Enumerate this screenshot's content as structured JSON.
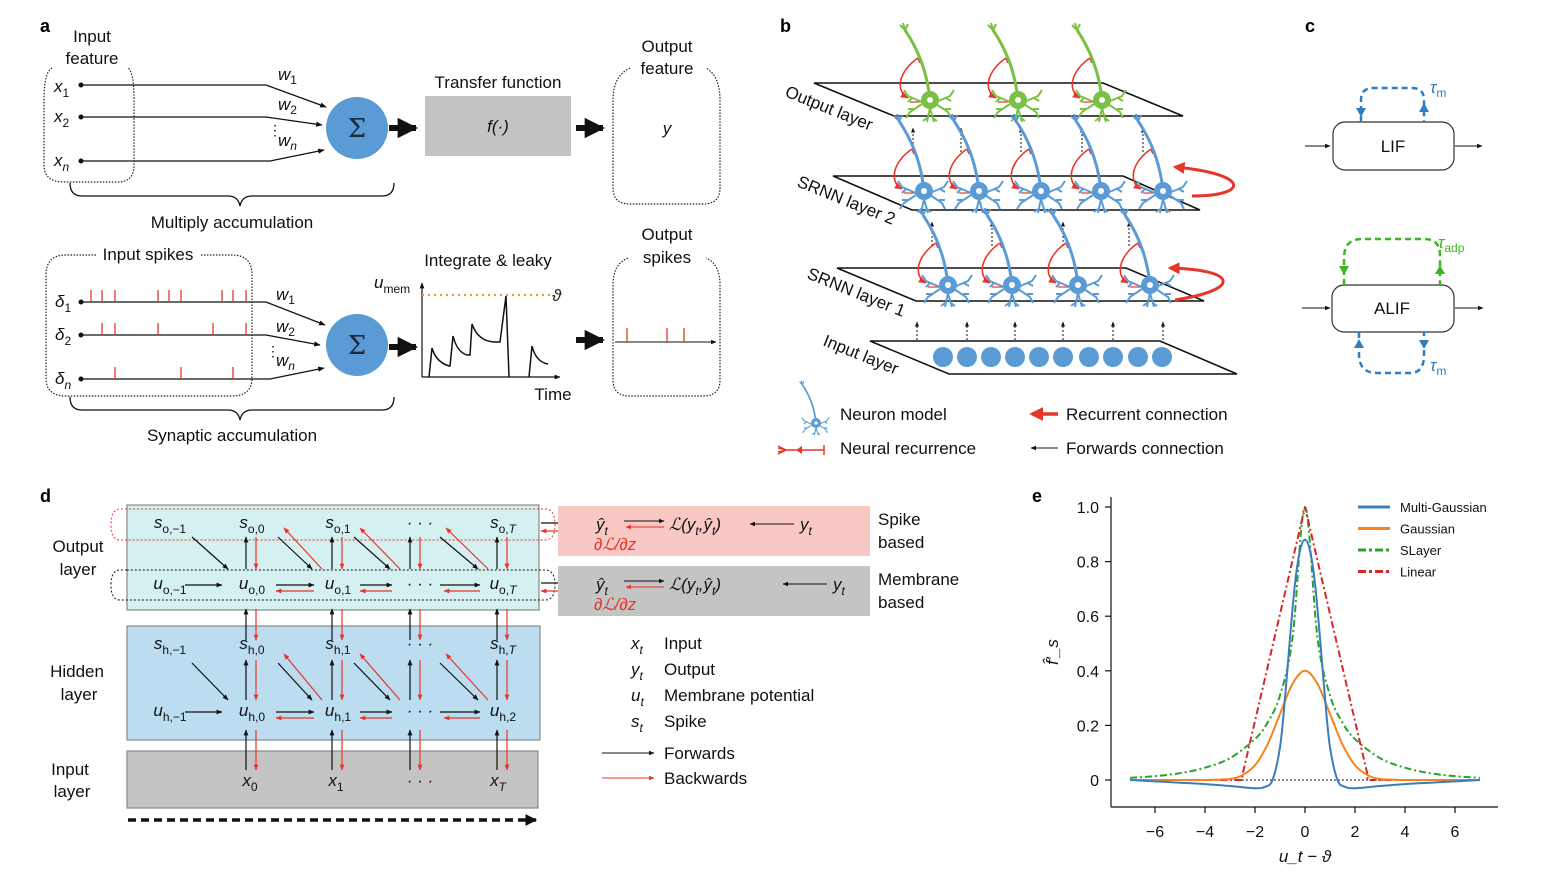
{
  "panels": {
    "a": {
      "label": "a",
      "top": {
        "input_title_1": "Input",
        "input_title_2": "feature",
        "inputs": [
          "x",
          "x",
          "x"
        ],
        "input_subs": [
          "1",
          "2",
          "n"
        ],
        "weights": [
          "w",
          "w",
          "w"
        ],
        "weight_subs": [
          "1",
          "2",
          "n"
        ],
        "sum_symbol": "Σ",
        "transfer_title": "Transfer function",
        "transfer_fn": "f(·)",
        "output_title_1": "Output",
        "output_title_2": "feature",
        "output_symbol": "y",
        "brace_caption": "Multiply accumulation"
      },
      "bottom": {
        "input_title": "Input spikes",
        "inputs": [
          "δ",
          "δ",
          "δ"
        ],
        "input_subs": [
          "1",
          "2",
          "n"
        ],
        "weights": [
          "w",
          "w",
          "w"
        ],
        "weight_subs": [
          "1",
          "2",
          "n"
        ],
        "sum_symbol": "Σ",
        "integrate_title": "Integrate & leaky",
        "umem_label": "u",
        "umem_sub": "mem",
        "threshold_symbol": "ϑ",
        "time_label": "Time",
        "output_title_1": "Output",
        "output_title_2": "spikes",
        "brace_caption": "Synaptic accumulation"
      }
    },
    "b": {
      "label": "b",
      "layers": [
        "Output layer",
        "SRNN layer 2",
        "SRNN layer 1",
        "Input layer"
      ],
      "legend": {
        "neuron_model": "Neuron model",
        "neural_recurrence": "Neural recurrence",
        "recurrent_connection": "Recurrent connection",
        "forwards_connection": "Forwards connection"
      },
      "colors": {
        "hidden_neuron": "#5b9bd5",
        "output_neuron": "#7ac143",
        "recurrence": "#e8352a"
      }
    },
    "c": {
      "label": "c",
      "lif_label": "LIF",
      "alif_label": "ALIF",
      "tau_symbol": "τ",
      "tau_m_sub": "m",
      "tau_adp_sub": "adp",
      "colors": {
        "tau_m": "#2e7ec1",
        "tau_adp": "#3cb521"
      }
    },
    "d": {
      "label": "d",
      "layer_labels": {
        "output_1": "Output",
        "output_2": "layer",
        "hidden_1": "Hidden",
        "hidden_2": "layer",
        "input_1": "Input",
        "input_2": "layer"
      },
      "output_s": [
        {
          "base": "s",
          "sub": "o,−1"
        },
        {
          "base": "s",
          "sub": "o,0"
        },
        {
          "base": "s",
          "sub": "o,1"
        },
        {
          "base": "· · ·",
          "sub": ""
        },
        {
          "base": "s",
          "sub": "o,",
          "subi": "T"
        }
      ],
      "output_u": [
        {
          "base": "u",
          "sub": "o,−1"
        },
        {
          "base": "u",
          "sub": "o,0"
        },
        {
          "base": "u",
          "sub": "o,1"
        },
        {
          "base": "· · ·",
          "sub": ""
        },
        {
          "base": "u",
          "sub": "o,",
          "subi": "T"
        }
      ],
      "hidden_s": [
        {
          "base": "s",
          "sub": "h,−1"
        },
        {
          "base": "s",
          "sub": "h,0"
        },
        {
          "base": "s",
          "sub": "h,1"
        },
        {
          "base": "· · ·",
          "sub": ""
        },
        {
          "base": "s",
          "sub": "h,",
          "subi": "T"
        }
      ],
      "hidden_u": [
        {
          "base": "u",
          "sub": "h,−1"
        },
        {
          "base": "u",
          "sub": "h,0"
        },
        {
          "base": "u",
          "sub": "h,1"
        },
        {
          "base": "· · ·",
          "sub": ""
        },
        {
          "base": "u",
          "sub": "h,2"
        }
      ],
      "input_x": [
        {
          "base": "x",
          "sub": "0"
        },
        {
          "base": "x",
          "sub": "1"
        },
        {
          "base": "· · ·",
          "sub": ""
        },
        {
          "base": "x",
          "sub": "",
          "subi": "T"
        }
      ],
      "loss_rows": [
        {
          "yhat": "ŷ",
          "yhat_sub": "t",
          "loss": "ℒ(y",
          "loss_mid": "t",
          "loss_end": ",ŷ",
          "loss_end_sub": "t",
          "close": ")",
          "target": "y",
          "target_sub": "t",
          "grad": "∂ℒ/∂z",
          "caption_1": "Spike",
          "caption_2": "based"
        },
        {
          "yhat": "ŷ",
          "yhat_sub": "t",
          "loss": "ℒ(y",
          "loss_mid": "t",
          "loss_end": ",ŷ",
          "loss_end_sub": "t",
          "close": ")",
          "target": "y",
          "target_sub": "t",
          "grad": "∂ℒ/∂z",
          "caption_1": "Membrane",
          "caption_2": "based"
        }
      ],
      "legend": [
        {
          "sym": "x",
          "sub": "t",
          "label": "Input"
        },
        {
          "sym": "y",
          "sub": "t",
          "label": "Output"
        },
        {
          "sym": "u",
          "sub": "t",
          "label": "Membrane potential"
        },
        {
          "sym": "s",
          "sub": "t",
          "label": "Spike"
        }
      ],
      "arrow_legend": {
        "forwards": "Forwards",
        "backwards": "Backwards"
      },
      "colors": {
        "output_bg": "#d4f0f0",
        "hidden_bg": "#bcdcf0",
        "input_bg": "#c4c4c4",
        "spike_loss_bg": "#f9c7c4",
        "membrane_loss_bg": "#c4c4c4",
        "backward": "#e8352a"
      }
    },
    "e": {
      "label": "e"
    }
  },
  "chart_data": {
    "type": "line",
    "title": "",
    "xlabel": "u_t − ϑ",
    "ylabel": "f̂′_s",
    "xlim": [
      -7.5,
      7.5
    ],
    "ylim": [
      -0.1,
      1.0
    ],
    "x_ticks": [
      -6,
      -4,
      -2,
      0,
      2,
      4,
      6
    ],
    "x_tick_labels": [
      "−6",
      "−4",
      "−2",
      "0",
      "2",
      "4",
      "6"
    ],
    "y_ticks": [
      0,
      0.2,
      0.4,
      0.6,
      0.8,
      1.0
    ],
    "y_tick_labels": [
      "0",
      "0.2",
      "0.4",
      "0.6",
      "0.8",
      "1.0"
    ],
    "legend_position": "top-right",
    "zero_line": true,
    "series": [
      {
        "name": "Multi-Gaussian",
        "color": "#3a7dbf",
        "dash": "solid",
        "x": [
          -7,
          -6,
          -5,
          -4,
          -3,
          -2,
          -1.6,
          -1.3,
          -1.0,
          -0.8,
          -0.6,
          -0.4,
          -0.2,
          0,
          0.2,
          0.4,
          0.6,
          0.8,
          1.0,
          1.3,
          1.6,
          2,
          3,
          4,
          5,
          6,
          7
        ],
        "y": [
          0,
          -0.005,
          -0.01,
          -0.015,
          -0.022,
          -0.03,
          -0.025,
          0.0,
          0.12,
          0.3,
          0.52,
          0.72,
          0.84,
          0.88,
          0.84,
          0.72,
          0.52,
          0.3,
          0.12,
          0.0,
          -0.025,
          -0.03,
          -0.022,
          -0.015,
          -0.01,
          -0.005,
          0
        ]
      },
      {
        "name": "Gaussian",
        "color": "#f5841f",
        "dash": "solid",
        "x": [
          -7,
          -4,
          -3,
          -2.5,
          -2,
          -1.5,
          -1,
          -0.5,
          0,
          0.5,
          1,
          1.5,
          2,
          2.5,
          3,
          4,
          7
        ],
        "y": [
          0,
          0.0001,
          0.004,
          0.018,
          0.054,
          0.13,
          0.242,
          0.352,
          0.4,
          0.352,
          0.242,
          0.13,
          0.054,
          0.018,
          0.004,
          0.0001,
          0
        ]
      },
      {
        "name": "SLayer",
        "color": "#2ca02c",
        "dash": "dashdot",
        "x": [
          -7,
          -6,
          -5,
          -4,
          -3,
          -2,
          -1.5,
          -1,
          -0.5,
          0,
          0.5,
          1,
          1.5,
          2,
          3,
          4,
          5,
          6,
          7
        ],
        "y": [
          0.008,
          0.014,
          0.025,
          0.045,
          0.08,
          0.15,
          0.21,
          0.31,
          0.52,
          1.0,
          0.52,
          0.31,
          0.21,
          0.15,
          0.08,
          0.045,
          0.025,
          0.014,
          0.008
        ]
      },
      {
        "name": "Linear",
        "color": "#d62728",
        "dash": "dashdot",
        "x": [
          -7,
          -2.5,
          -2.5,
          0,
          2.5,
          2.5,
          7
        ],
        "y": [
          0,
          0,
          0.02,
          1.0,
          0.02,
          0,
          0
        ]
      }
    ]
  }
}
